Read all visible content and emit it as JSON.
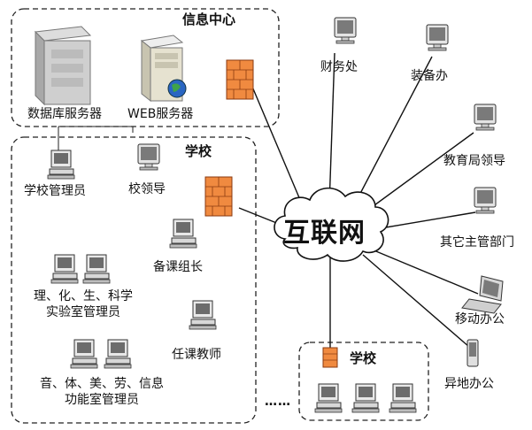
{
  "info_center": {
    "title": "信息中心",
    "db_server": "数据库服务器",
    "web_server": "WEB服务器"
  },
  "school": {
    "title": "学校",
    "admin": "学校管理员",
    "leader": "校领导",
    "lesson_leader": "备课组长",
    "lab_admin_line1": "理、化、生、科学",
    "lab_admin_line2": "实验室管理员",
    "teacher": "任课教师",
    "func_admin_line1": "音、体、美、劳、信息",
    "func_admin_line2": "功能室管理员"
  },
  "internet": {
    "label": "互联网"
  },
  "remote": {
    "finance": "财务处",
    "equipment": "装备办",
    "edu_leader": "教育局领导",
    "other_dept": "其它主管部门",
    "mobile": "移动办公",
    "offsite": "异地办公"
  },
  "school2": {
    "title": "学校"
  },
  "ellipsis": "……"
}
